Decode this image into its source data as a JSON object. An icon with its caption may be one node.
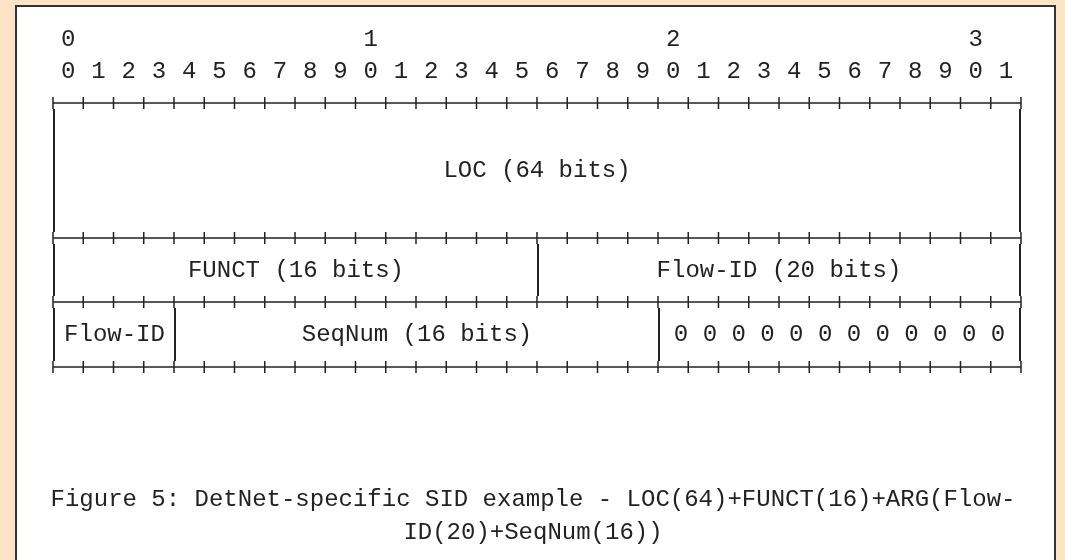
{
  "diagram": {
    "caption": "Figure 5: DetNet-specific SID example - LOC(64)+FUNCT(16)+ARG(Flow-ID(20)+SeqNum(16))",
    "nodes": [
      {
        "text": [
          "LOC (64 bits)"
        ]
      },
      {
        "text": [
          "FUNCT (16 bits)"
        ]
      },
      {
        "text": [
          "Flow-ID (20 bits)"
        ]
      },
      {
        "text": [
          "Flow-ID"
        ]
      },
      {
        "text": [
          "SeqNum (16 bits)"
        ]
      },
      {
        "text": [
          "0 0 0 0 0 0 0 0 0 0 0 0"
        ]
      }
    ],
    "labels": [
      "0",
      "1",
      "2",
      "3",
      "0",
      "1",
      "2",
      "3",
      "4",
      "5",
      "6",
      "7",
      "8",
      "9",
      "0",
      "1",
      "2",
      "3",
      "4",
      "5",
      "6",
      "7",
      "8",
      "9",
      "0",
      "1",
      "2",
      "3",
      "4",
      "5",
      "6",
      "7",
      "8",
      "9",
      "0",
      "1"
    ]
  }
}
